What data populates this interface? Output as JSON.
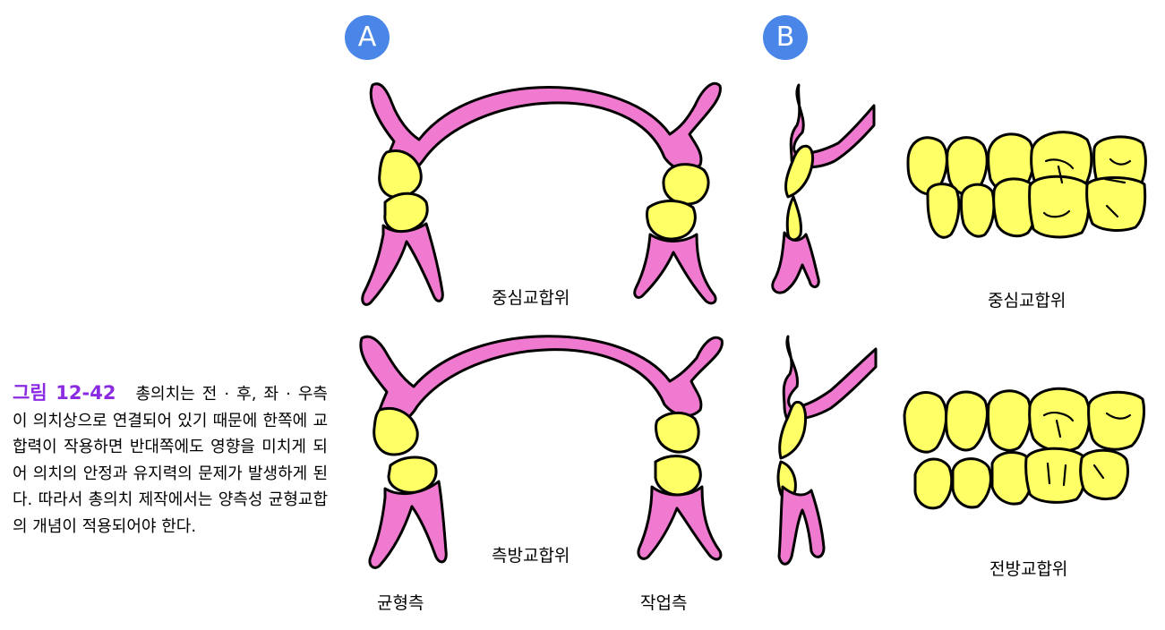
{
  "badges": {
    "a": "A",
    "b": "B"
  },
  "labels": {
    "centric_a": "중심교합위",
    "lateral_a": "측방교합위",
    "balancing_side": "균형측",
    "working_side": "작업측",
    "centric_b": "중심교합위",
    "protrusive_b": "전방교합위"
  },
  "caption": {
    "figure_number": "그림 12-42",
    "text": "총의치는 전 · 후, 좌 · 우측이 의치상으로 연결되어 있기 때문에 한쪽에 교합력이 작용하면 반대쪽에도 영향을 미치게 되어 의치의 안정과 유지력의 문제가 발생하게 된다. 따라서 총의치 제작에서는 양측성 균형교합의 개념이 적용되어야 한다."
  },
  "colors": {
    "base": "#f07ad0",
    "tooth": "#ffff66",
    "badge": "#4a86e8",
    "figure_number": "#8a2be2"
  }
}
